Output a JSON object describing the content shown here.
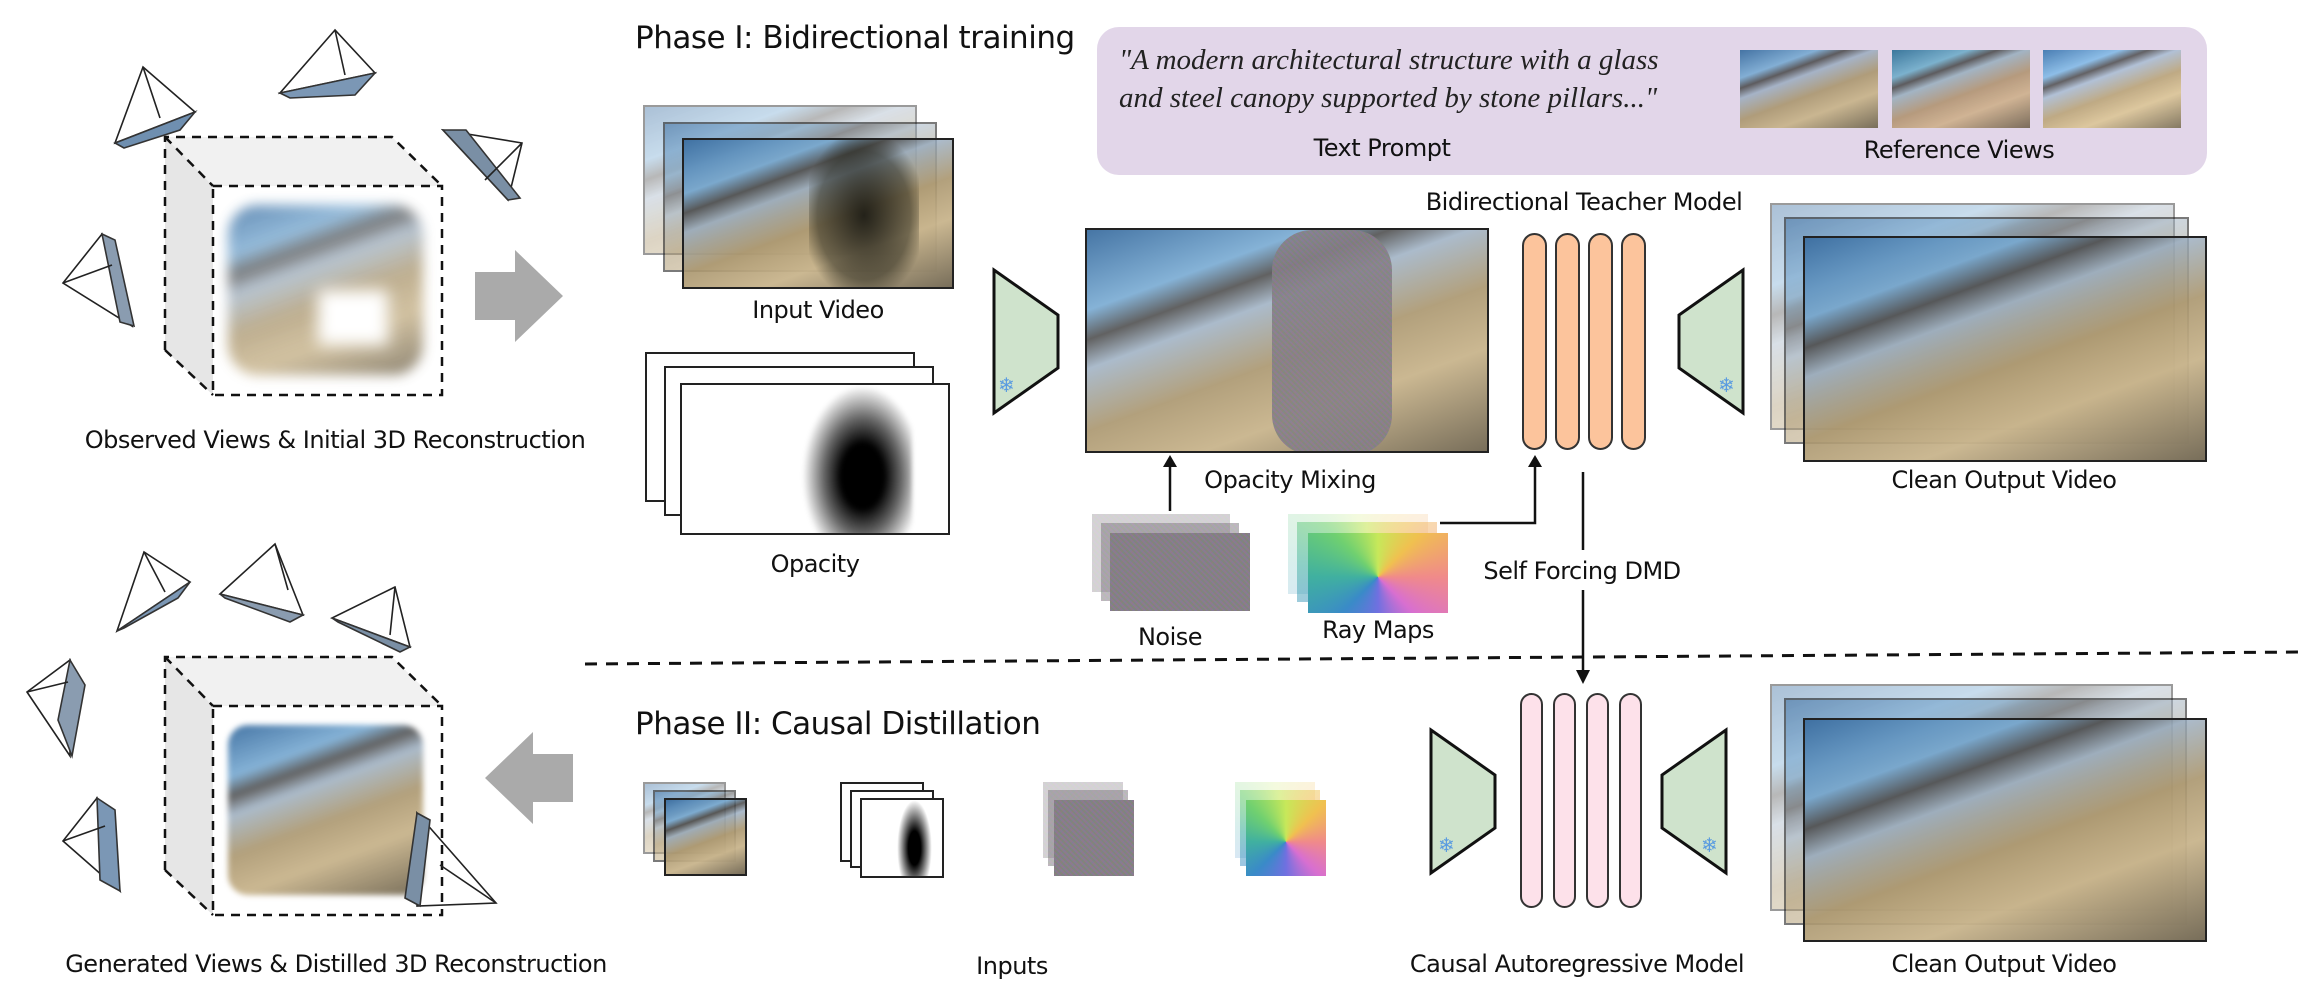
{
  "figure": {
    "top_left_caption": "Observed Views & Initial 3D Reconstruction",
    "bottom_left_caption": "Generated Views & Distilled 3D Reconstruction"
  },
  "phase1": {
    "title": "Phase I: Bidirectional training",
    "prompt": {
      "text_line1": "\"A modern architectural structure with a glass",
      "text_line2": "and steel canopy supported by stone pillars...\"",
      "text_label": "Text Prompt",
      "reference_label": "Reference Views",
      "reference_view_count": 3
    },
    "input_video_label": "Input Video",
    "opacity_label": "Opacity",
    "opacity_mixing_label": "Opacity Mixing",
    "noise_label": "Noise",
    "ray_maps_label": "Ray Maps",
    "teacher_model_label": "Bidirectional Teacher Model",
    "clean_output_label": "Clean Output Video",
    "self_forcing_label": "Self Forcing DMD"
  },
  "phase2": {
    "title": "Phase II: Causal Distillation",
    "inputs_label": "Inputs",
    "causal_model_label": "Causal Autoregressive Model",
    "clean_output_label": "Clean Output Video"
  },
  "icons": {
    "encoder": "snowflake-icon",
    "decoder": "snowflake-icon",
    "snowflake_glyph": "❄"
  },
  "colors": {
    "prompt_box": "#e2d6e9",
    "teacher_block": "#fcc49c",
    "causal_block": "#fde1ea",
    "encoder_fill": "#cfe3cc",
    "snowflake": "#5a9be0",
    "big_arrow": "#aaaaaa"
  }
}
